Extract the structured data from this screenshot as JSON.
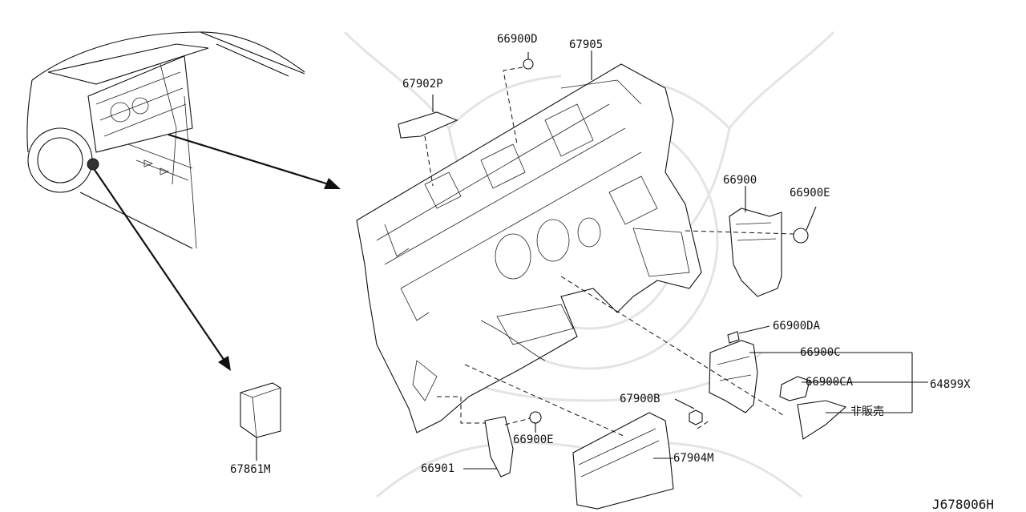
{
  "diagram": {
    "ref_code": "J678006H",
    "labels": {
      "l_66900D": "66900D",
      "l_67905": "67905",
      "l_67902P": "67902P",
      "l_66900": "66900",
      "l_66900E_top": "66900E",
      "l_66900DA": "66900DA",
      "l_66900C": "66900C",
      "l_66900CA": "66900CA",
      "l_64899X": "64899X",
      "l_not_sold": "非販売",
      "l_67900B": "67900B",
      "l_66900E_bottom": "66900E",
      "l_66901": "66901",
      "l_67904M": "67904M",
      "l_67861M": "67861M"
    }
  }
}
